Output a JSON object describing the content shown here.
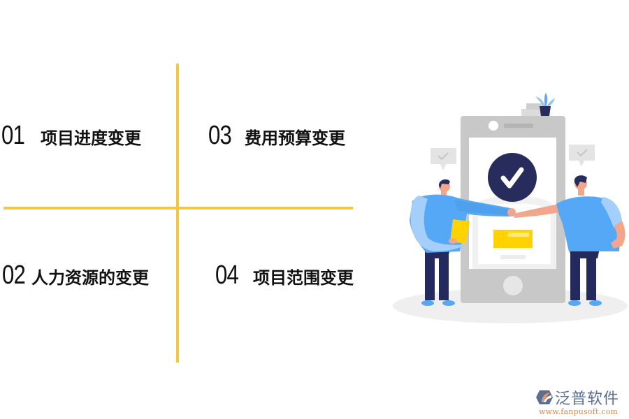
{
  "items": [
    {
      "number": "01",
      "label": "项目进度变更"
    },
    {
      "number": "02",
      "label": "人力资源的变更"
    },
    {
      "number": "03",
      "label": "费用预算变更"
    },
    {
      "number": "04",
      "label": "项目范围变更"
    }
  ],
  "colors": {
    "divider": "#f2c744",
    "check_circle": "#272c5c",
    "shirt": "#55a8f5",
    "pants": "#232a5e",
    "card": "#ffd200",
    "phone": "#c8c8c8"
  },
  "illustration": {
    "icon": "teamwork-phone-checkmark-illustration"
  },
  "logo": {
    "name": "泛普软件",
    "url": "www.fanpusoft.com"
  }
}
